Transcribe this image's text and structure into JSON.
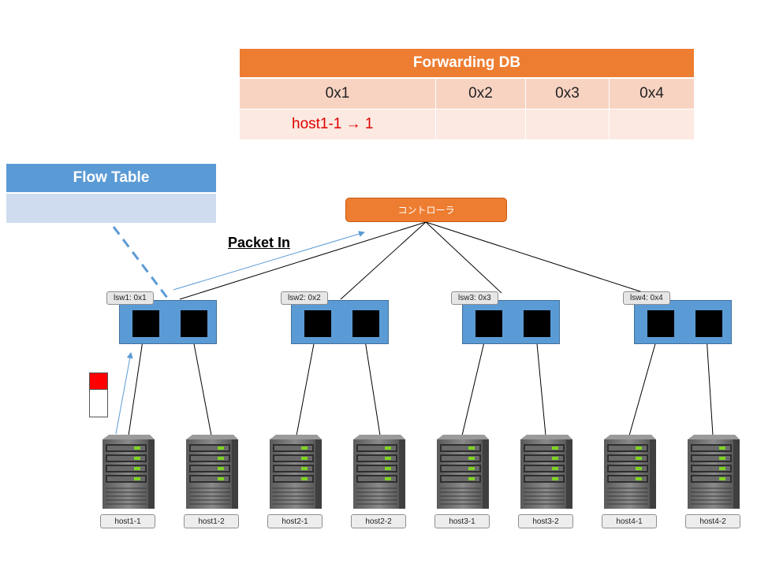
{
  "forwarding_db": {
    "title": "Forwarding DB",
    "columns": [
      "0x1",
      "0x2",
      "0x3",
      "0x4"
    ],
    "entries": [
      "host1-1 → 1",
      "",
      "",
      ""
    ]
  },
  "flow_table": {
    "title": "Flow Table"
  },
  "controller": {
    "label": "コントローラ"
  },
  "packet_in_label": "Packet In",
  "switches": [
    {
      "label": "lsw1: 0x1"
    },
    {
      "label": "lsw2: 0x2"
    },
    {
      "label": "lsw3: 0x3"
    },
    {
      "label": "lsw4: 0x4"
    }
  ],
  "hosts": [
    {
      "label": "host1-1"
    },
    {
      "label": "host1-2"
    },
    {
      "label": "host2-1"
    },
    {
      "label": "host2-2"
    },
    {
      "label": "host3-1"
    },
    {
      "label": "host3-2"
    },
    {
      "label": "host4-1"
    },
    {
      "label": "host4-2"
    }
  ],
  "colors": {
    "controller": "#ed7d31",
    "fdb_header": "#ed7d31",
    "flow_header": "#5b9bd5",
    "switch": "#5b9bd5",
    "packet": "#ff0000",
    "fdb_entry_text": "#e00000",
    "host_led": "#7ed321"
  }
}
